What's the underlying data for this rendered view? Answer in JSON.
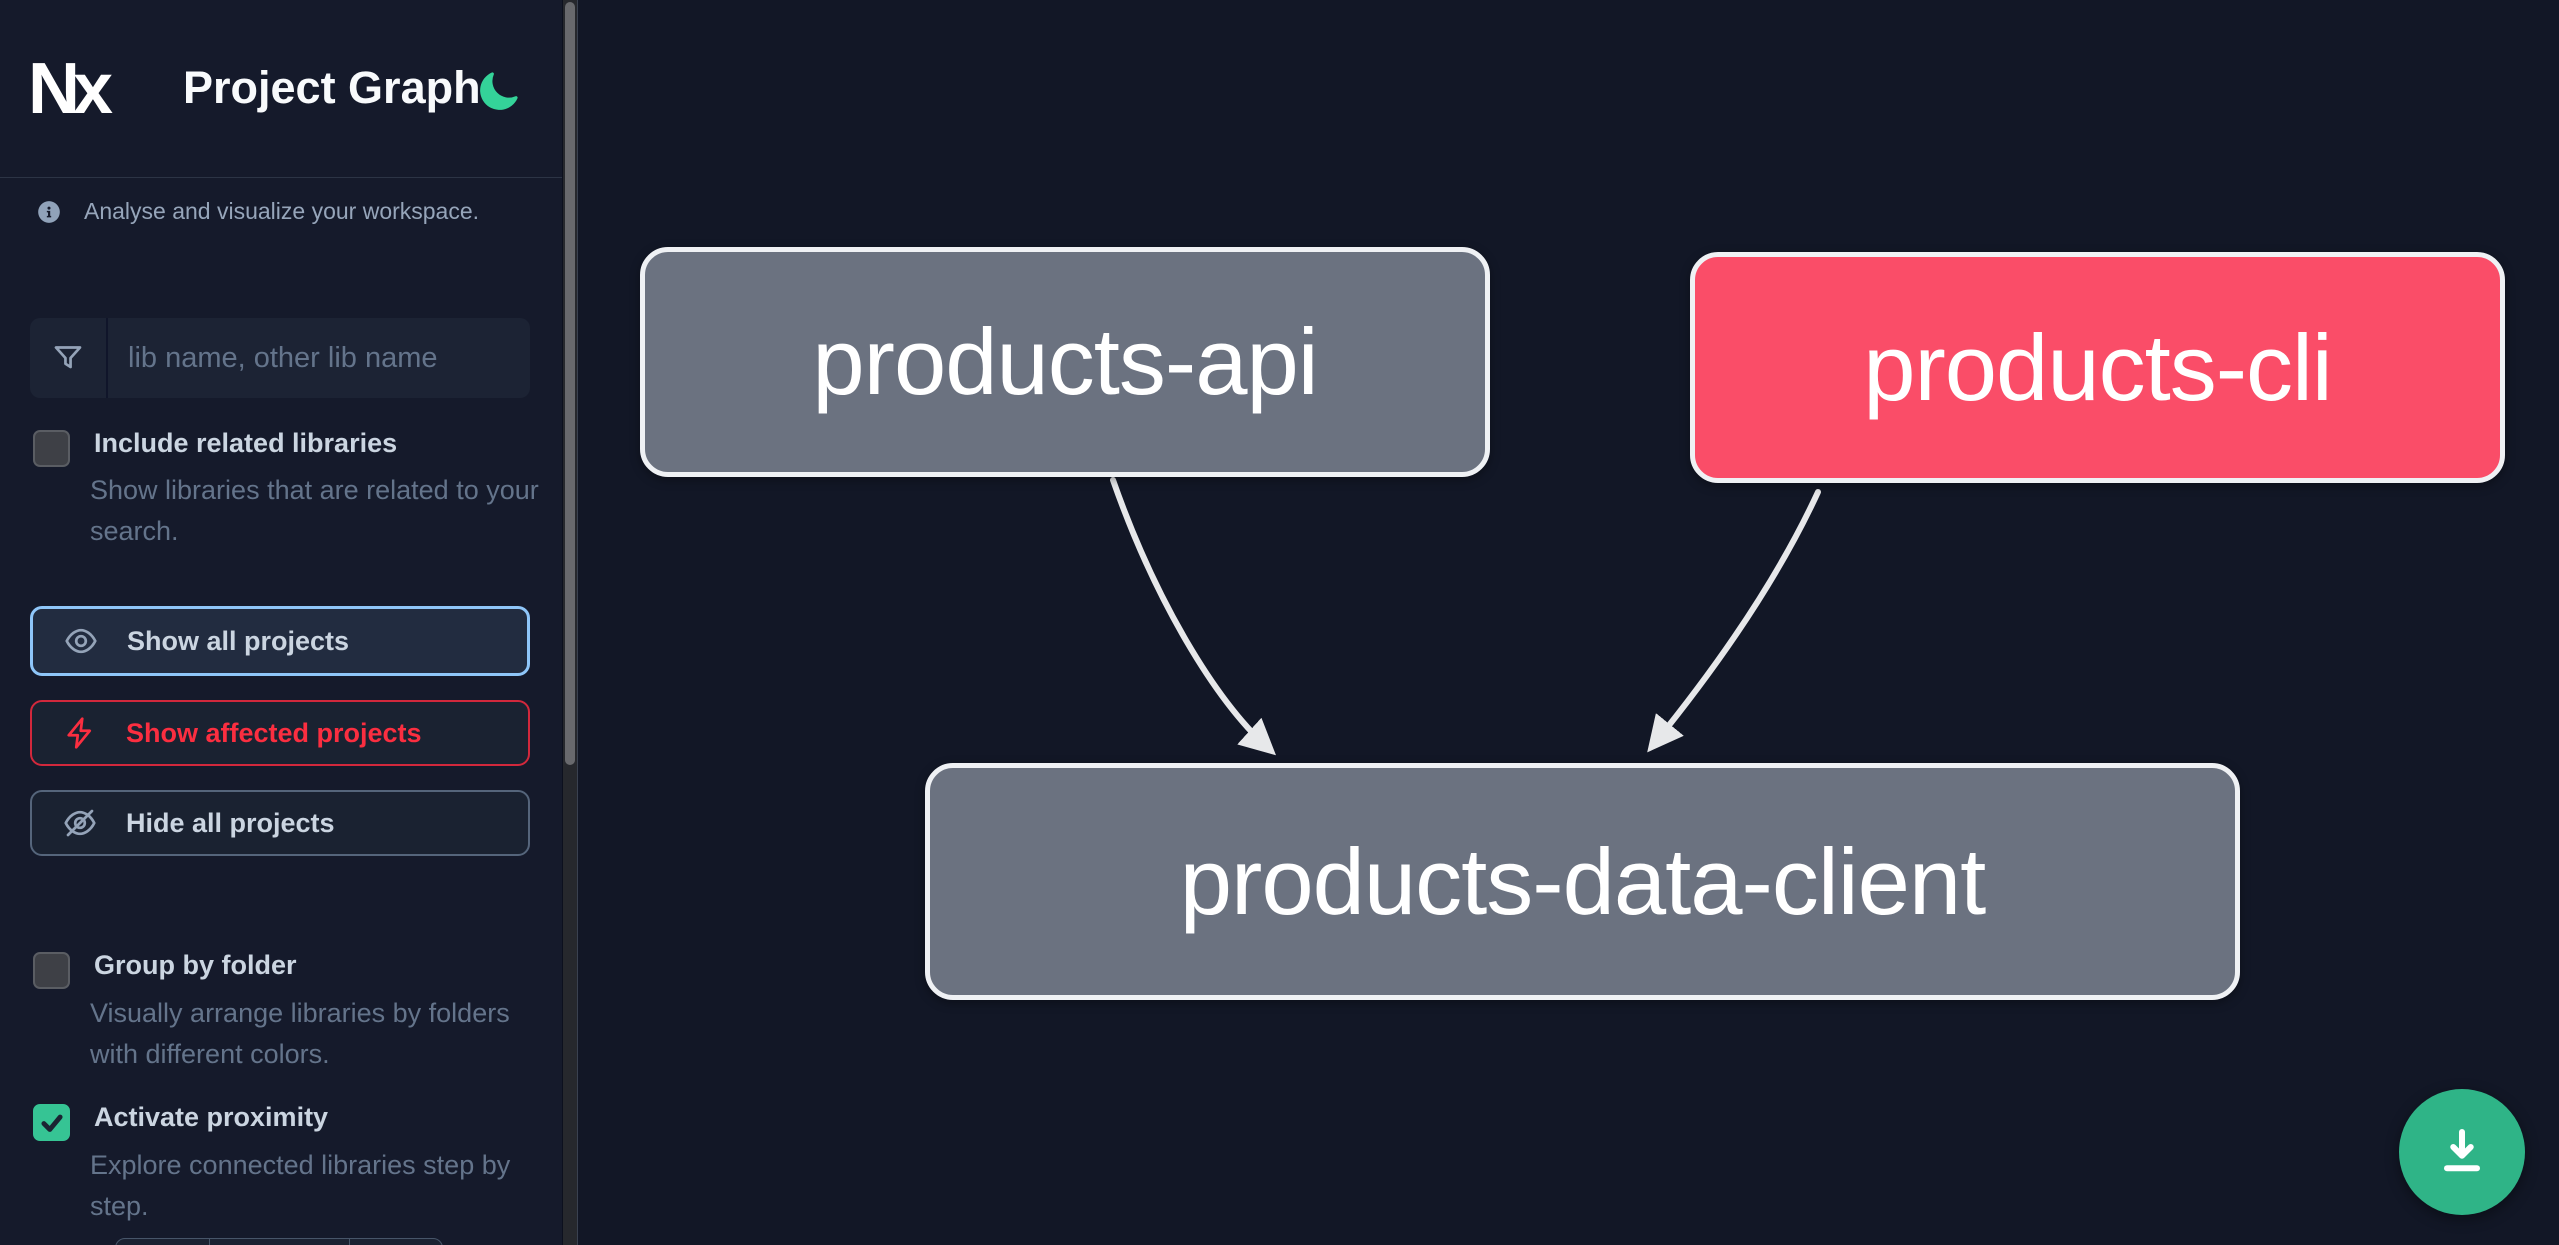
{
  "header": {
    "logo_text": "Nx",
    "title": "Project Graph"
  },
  "sidebar": {
    "tagline": "Analyse and visualize your workspace.",
    "search": {
      "placeholder": "lib name, other lib name",
      "value": ""
    },
    "include_related": {
      "label": "Include related libraries",
      "description": "Show libraries that are related to your search.",
      "checked": false
    },
    "actions": {
      "show_all": {
        "label": "Show all projects"
      },
      "show_affected": {
        "label": "Show affected projects"
      },
      "hide_all": {
        "label": "Hide all projects"
      }
    },
    "group_by_folder": {
      "label": "Group by folder",
      "description": "Visually arrange libraries by folders with different colors.",
      "checked": false
    },
    "activate_proximity": {
      "label": "Activate proximity",
      "description": "Explore connected libraries step by step.",
      "checked": true
    }
  },
  "graph": {
    "nodes": [
      {
        "id": "products-api",
        "label": "products-api",
        "state": "default",
        "color": "#6b7280"
      },
      {
        "id": "products-cli",
        "label": "products-cli",
        "state": "affected",
        "color": "#fa4d68"
      },
      {
        "id": "products-data-client",
        "label": "products-data-client",
        "state": "default",
        "color": "#6b7280"
      }
    ],
    "edges": [
      {
        "source": "products-api",
        "target": "products-data-client"
      },
      {
        "source": "products-cli",
        "target": "products-data-client"
      }
    ]
  },
  "fab": {
    "icon": "download-icon",
    "color": "#2fb487"
  },
  "colors": {
    "canvas_bg": "#121726",
    "sidebar_bg": "#151a2b",
    "accent_focus_blue": "#8fc6f9",
    "affected_red": "#fb2e40",
    "edge": "#e7e8ea",
    "check_green": "#36c494",
    "moon_green": "#34d399"
  }
}
